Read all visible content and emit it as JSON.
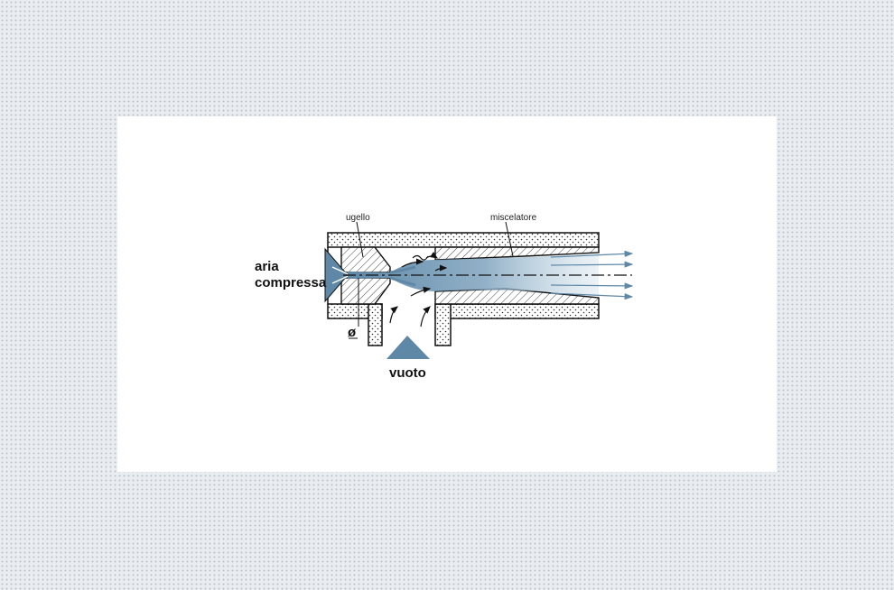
{
  "labels": {
    "ugello": "ugello",
    "miscelatore": "miscelatore",
    "aria_line1": "aria",
    "aria_line2": "compressa",
    "diameter": "ø",
    "vuoto": "vuoto"
  },
  "colors": {
    "flow_blue": "#5f88a7",
    "outline": "#111111",
    "panel": "#ffffff"
  }
}
